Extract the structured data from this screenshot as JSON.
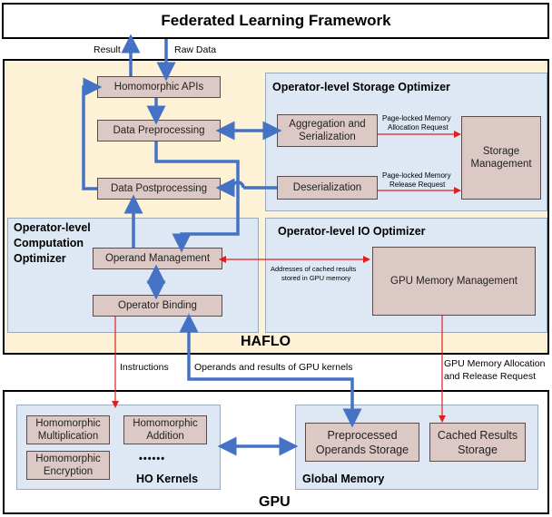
{
  "framework": {
    "title": "Federated Learning Framework"
  },
  "io": {
    "result": "Result",
    "raw_data": "Raw Data"
  },
  "haflo": {
    "title": "HAFLO",
    "boxes": {
      "homomorphic_apis": "Homomorphic APIs",
      "data_preprocessing": "Data Preprocessing",
      "data_postprocessing": "Data Postprocessing",
      "operand_management": "Operand Management",
      "operator_binding": "Operator Binding",
      "aggregation_serialization_1": "Aggregation and",
      "aggregation_serialization_2": "Serialization",
      "deserialization": "Deserialization",
      "storage_management_1": "Storage",
      "storage_management_2": "Management",
      "gpu_memory_management": "GPU Memory Management"
    },
    "storage_optimizer": {
      "title": "Operator-level Storage Optimizer",
      "alloc_request_1": "Page-locked Memory",
      "alloc_request_2": "Allocation Request",
      "release_request_1": "Page-locked Memory",
      "release_request_2": "Release Request"
    },
    "computation_optimizer": {
      "title_1": "Operator-level",
      "title_2": "Computation",
      "title_3": "Optimizer"
    },
    "io_optimizer": {
      "title": "Operator-level IO Optimizer",
      "cached_note_1": "Addresses of cached results",
      "cached_note_2": "stored in GPU memory"
    }
  },
  "links": {
    "instructions": "Instructions",
    "operands_results": "Operands and results of GPU kernels",
    "gpu_mem_alloc_1": "GPU Memory Allocation",
    "gpu_mem_alloc_2": "and Release Request"
  },
  "gpu": {
    "title": "GPU",
    "ho_kernels": {
      "title": "HO Kernels",
      "dots": "••••••",
      "mul_1": "Homomorphic",
      "mul_2": "Multiplication",
      "add_1": "Homomorphic",
      "add_2": "Addition",
      "enc_1": "Homomorphic",
      "enc_2": "Encryption"
    },
    "global_memory": {
      "title": "Global Memory",
      "preprocessed_1": "Preprocessed",
      "preprocessed_2": "Operands Storage",
      "cached_1": "Cached Results",
      "cached_2": "Storage"
    }
  },
  "colors": {
    "haflo_bg": "#fdf1d6",
    "sub_bg": "#dde8f4",
    "box_bg": "#dcc9c6",
    "blue_arrow": "#4472c4",
    "red_arrow": "#e02020"
  }
}
